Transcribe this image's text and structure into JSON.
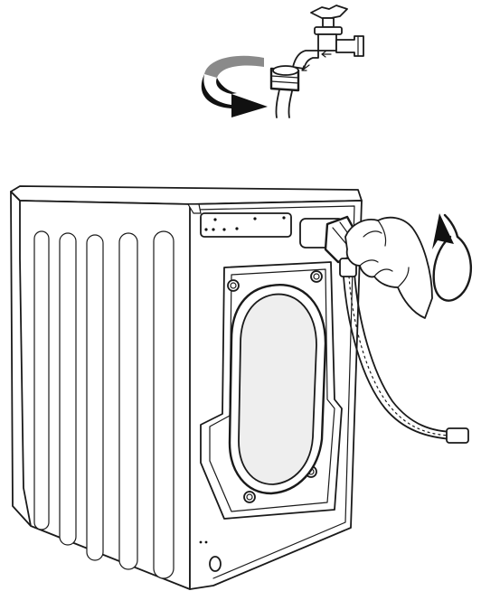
{
  "figure": {
    "top_panel": {
      "subject": "tap-with-hose-connector",
      "action": "tighten",
      "rotation_arrow_icon": "curved-rotation-arrow-icon"
    },
    "main_panel": {
      "subject": "washing-machine-rear-view",
      "action": "connect-inlet-hose-by-hand",
      "rotation_arrow_icon": "circular-rotation-arrow-icon"
    },
    "colors": {
      "ink": "#1a1a1a",
      "arrow_fill": "#111111",
      "arrow_shade": "#8a8a8a",
      "glass": "#eeeeee",
      "background": "#ffffff"
    }
  }
}
